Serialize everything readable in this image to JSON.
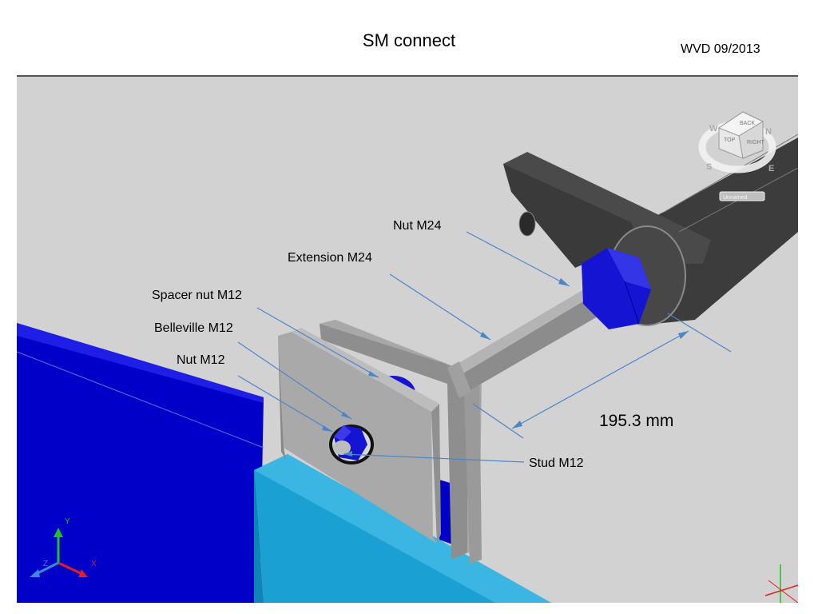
{
  "header": {
    "title": "SM connect",
    "author_date": "WVD 09/2013"
  },
  "labels": {
    "nut_m24": "Nut M24",
    "extension_m24": "Extension M24",
    "spacer_nut_m12": "Spacer nut M12",
    "belleville_m12": "Belleville M12",
    "nut_m12": "Nut M12",
    "stud_m12": "Stud M12",
    "dimension": "195.3 mm"
  },
  "viewcube": {
    "face_top": "TOP",
    "face_right": "RIGHT",
    "face_back": "BACK",
    "compass_n": "N",
    "compass_s": "S",
    "compass_e": "E",
    "compass_w": "W",
    "view_name": "Unnamed"
  },
  "ucs": {
    "x": "X",
    "y": "Y",
    "z": "Z"
  },
  "colors": {
    "viewport_bg": "#d2d2d2",
    "blue_plate": "#0000c8",
    "cyan_block": "#1aa0d2",
    "gray_plate": "#a9a9a9",
    "dark_body": "#3c3c3c",
    "nut_blue": "#1414d2",
    "leader_line": "#4a86c8"
  }
}
